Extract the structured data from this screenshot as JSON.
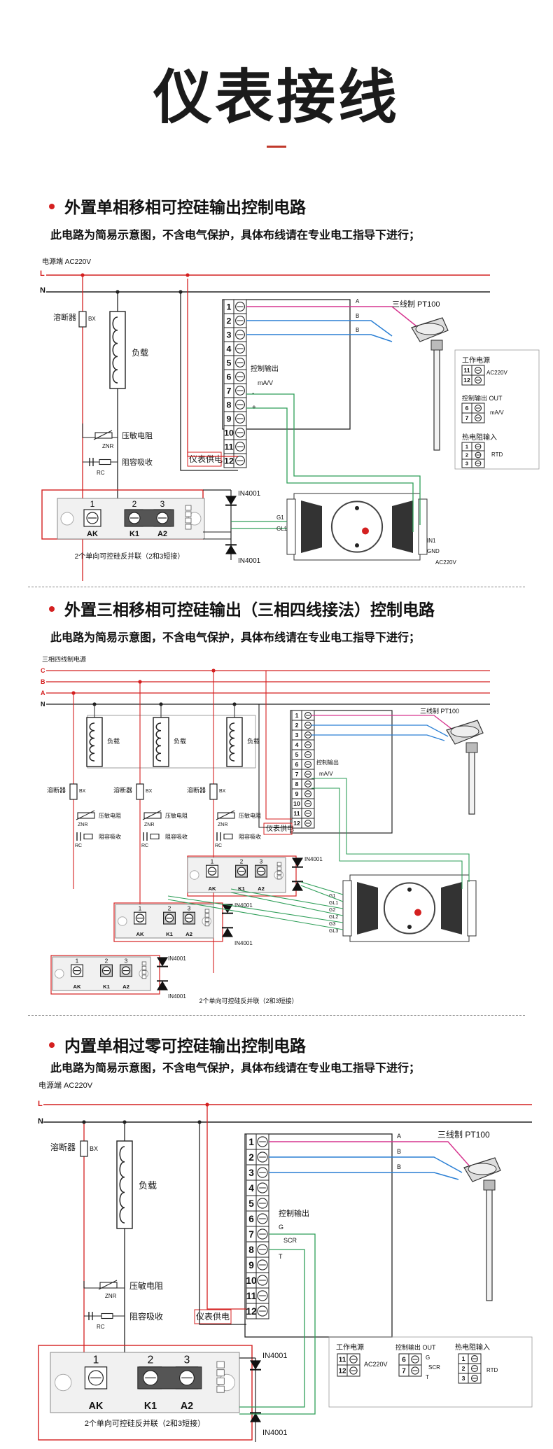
{
  "page": {
    "title": "仪表接线"
  },
  "sections": [
    {
      "heading": "外置单相移相可控硅输出控制电路",
      "note": "此电路为简易示意图，不含电气保护，具体布线请在专业电工指导下进行；",
      "labels": {
        "power": "电源端 AC220V",
        "L": "L",
        "N": "N",
        "fuse": "溶断器",
        "bx": "BX",
        "load": "负载",
        "varistor": "压敏电阻",
        "znr": "ZNR",
        "rc_absorb": "阻容吸收",
        "rc": "RC",
        "in4001": "IN4001",
        "terminals": [
          "1",
          "2",
          "3",
          "4",
          "5",
          "6",
          "7",
          "8",
          "9",
          "10",
          "11",
          "12"
        ],
        "control_output": "控制输出",
        "ma_v": "mA/V",
        "supply": "仪表供电",
        "A": "A",
        "B": "B",
        "pt100": "三线制 PT100",
        "work_power": "工作电源",
        "ac220v": "AC220V",
        "ctrl_out": "控制输出 OUT",
        "rtd_in": "热电阻输入",
        "rtd": "RTD",
        "scr_labels": [
          "1",
          "2",
          "3",
          "AK",
          "K1",
          "A2"
        ],
        "scr_caption": "2个单向可控硅反并联（2和3短接）",
        "g1": "G1",
        "gl1": "GL1",
        "in1": "IN1",
        "gnd": "GND",
        "ac220": "AC220V"
      }
    },
    {
      "heading": "外置三相移相可控硅输出（三相四线接法）控制电路",
      "note": "此电路为简易示意图，不含电气保护，具体布线请在专业电工指导下进行；",
      "labels": {
        "power": "三相四线制电源",
        "C": "C",
        "B": "B",
        "A": "A",
        "N": "N",
        "fuse": "溶断器",
        "bx": "BX",
        "load": "负载",
        "varistor": "压敏电阻",
        "znr": "ZNR",
        "rc_absorb": "阻容吸收",
        "rc": "RC",
        "in4001": "IN4001",
        "control_output": "控制输出",
        "ma_v": "mA/V",
        "supply": "仪表供电",
        "pt100": "三线制 PT100",
        "scr_caption": "2个单向可控硅反并联（2和3短接）",
        "scr_labels": [
          "1",
          "2",
          "3",
          "AK",
          "K1",
          "A2"
        ],
        "g1": "G1",
        "gl1": "GL1",
        "g2": "G2",
        "gl2": "GL2",
        "g3": "G3",
        "gl3": "GL3"
      }
    },
    {
      "heading": "内置单相过零可控硅输出控制电路",
      "note": "此电路为简易示意图，不含电气保护，具体布线请在专业电工指导下进行；",
      "labels": {
        "power": "电源端 AC220V",
        "L": "L",
        "N": "N",
        "fuse": "溶断器",
        "bx": "BX",
        "load": "负载",
        "varistor": "压敏电阻",
        "znr": "ZNR",
        "rc_absorb": "阻容吸收",
        "rc": "RC",
        "in4001": "IN4001",
        "control_output": "控制输出",
        "g": "G",
        "scr": "SCR",
        "t": "T",
        "supply": "仪表供电",
        "pt100": "三线制 PT100",
        "work_power": "工作电源",
        "ac220v": "AC220V",
        "ctrl_out": "控制输出 OUT",
        "rtd_in": "热电阻输入",
        "rtd": "RTD",
        "scr_labels": [
          "1",
          "2",
          "3",
          "AK",
          "K1",
          "A2"
        ],
        "scr_caption": "2个单向可控硅反并联（2和3短接）"
      }
    }
  ],
  "colors": {
    "live": "#d42020",
    "wire": "#222222",
    "pink": "#d6358f",
    "blue": "#2a7fd4",
    "green": "#2e9e58",
    "accent": "#c0392b"
  }
}
